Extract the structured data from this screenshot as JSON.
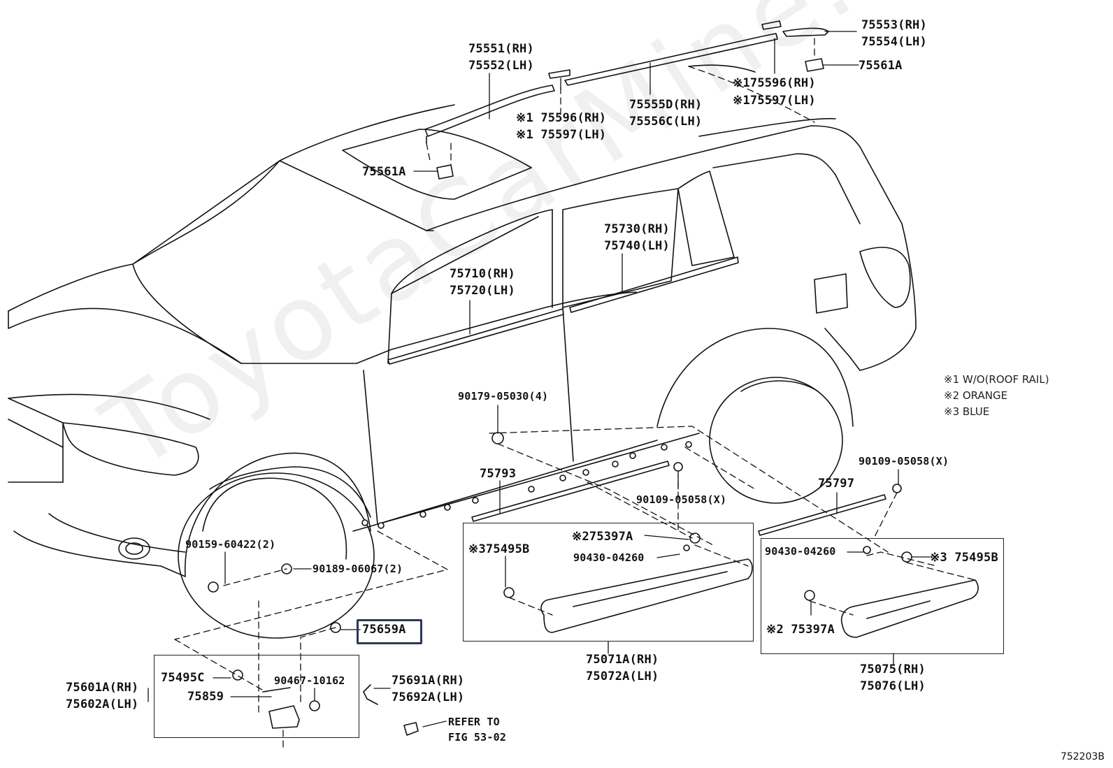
{
  "watermark": "ToyotaCarMine.ru",
  "figure_code": "752203B",
  "notes": [
    "※1 W/O(ROOF RAIL)",
    "※2 ORANGE",
    "※3 BLUE"
  ],
  "labels": {
    "p75553": "75553(RH)",
    "p75554": "75554(LH)",
    "p75561a_top": "75561A",
    "p75596_top": "※175596(RH)",
    "p75597_top": "※175597(LH)",
    "p75551": "75551(RH)",
    "p75552": "75552(LH)",
    "p75596_mid": "※1 75596(RH)",
    "p75597_mid": "※1 75597(LH)",
    "p75555d": "75555D(RH)",
    "p75556c": "75556C(LH)",
    "p75561a_roof": "75561A",
    "p75730": "75730(RH)",
    "p75740": "75740(LH)",
    "p75710": "75710(RH)",
    "p75720": "75720(LH)",
    "p90179": "90179-05030(4)",
    "p75793": "75793",
    "p90109_mid": "90109-05058(X)",
    "p90109_right": "90109-05058(X)",
    "p75797": "75797",
    "p90159": "90159-60422(2)",
    "p90189": "90189-06067(2)",
    "p75495b_left": "※375495B",
    "p75397a_top": "※275397A",
    "p90430_mid": "90430-04260",
    "p90430_right": "90430-04260",
    "p75495b_right": "※3 75495B",
    "p75397a_right": "※2 75397A",
    "p75659a": "75659A",
    "p75495c": "75495C",
    "p75859": "75859",
    "p90467": "90467-10162",
    "p75601a": "75601A(RH)",
    "p75602a": "75602A(LH)",
    "p75691a": "75691A(RH)",
    "p75692a": "75692A(LH)",
    "refer_to": "REFER TO",
    "refer_fig": "FIG 53-02",
    "p75071a": "75071A(RH)",
    "p75072a": "75072A(LH)",
    "p75075": "75075(RH)",
    "p75076": "75076(LH)"
  }
}
